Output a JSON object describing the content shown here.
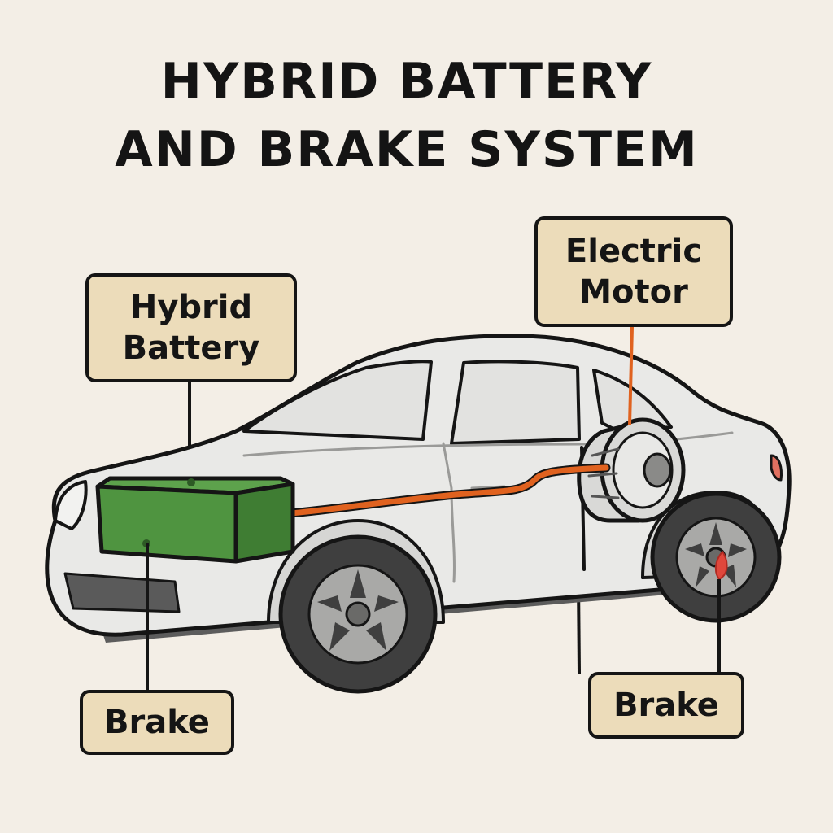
{
  "title": {
    "line1": "HYBRID BATTERY",
    "line2": "AND BRAKE SYSTEM"
  },
  "labels": {
    "hybrid_battery": {
      "line1": "Hybrid",
      "line2": "Battery"
    },
    "electric_motor": {
      "line1": "Electric",
      "line2": "Motor"
    },
    "brake_left": "Brake",
    "brake_right": "Brake"
  },
  "colors": {
    "background": "#f3eee6",
    "label_fill": "#ecdcba",
    "outline": "#151515",
    "car_body": "#e9e9e7",
    "battery": "#4f9440",
    "cable": "#e0621f",
    "tire": "#3f3f3f",
    "brake_caliper": "#e0473c"
  },
  "icons": {
    "car": "car-icon",
    "battery": "battery-icon",
    "motor": "electric-motor-icon",
    "brake": "brake-caliper-icon"
  }
}
